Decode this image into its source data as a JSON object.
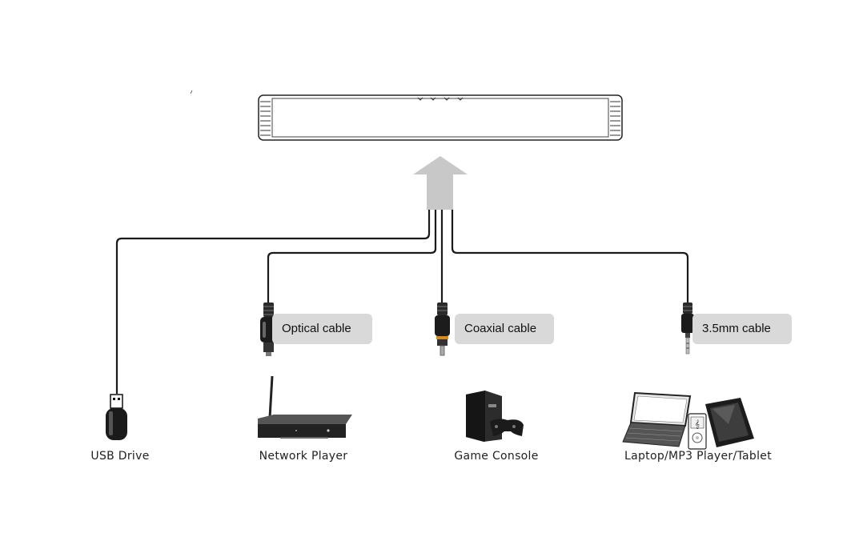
{
  "connections": [
    {
      "cable": "",
      "device": "USB Drive",
      "device_icon": "usb-drive-icon"
    },
    {
      "cable": "Optical cable",
      "device": "Network Player",
      "device_icon": "network-player-icon"
    },
    {
      "cable": "Coaxial cable",
      "device": "Game Console",
      "device_icon": "game-console-icon"
    },
    {
      "cable": "3.5mm cable",
      "device": "Laptop/MP3 Player/Tablet",
      "device_icon": "laptop-mp3-tablet-icon"
    }
  ],
  "soundbar": {
    "icon": "soundbar-icon",
    "button_icons": [
      "volume-down-icon",
      "volume-up-icon",
      "source-icon",
      "power-icon"
    ]
  },
  "colors": {
    "arrow": "#c8c8c8",
    "label_bg": "#d9d9d9",
    "cable": "#1a1a1a",
    "coax_accent": "#d98a1a"
  }
}
